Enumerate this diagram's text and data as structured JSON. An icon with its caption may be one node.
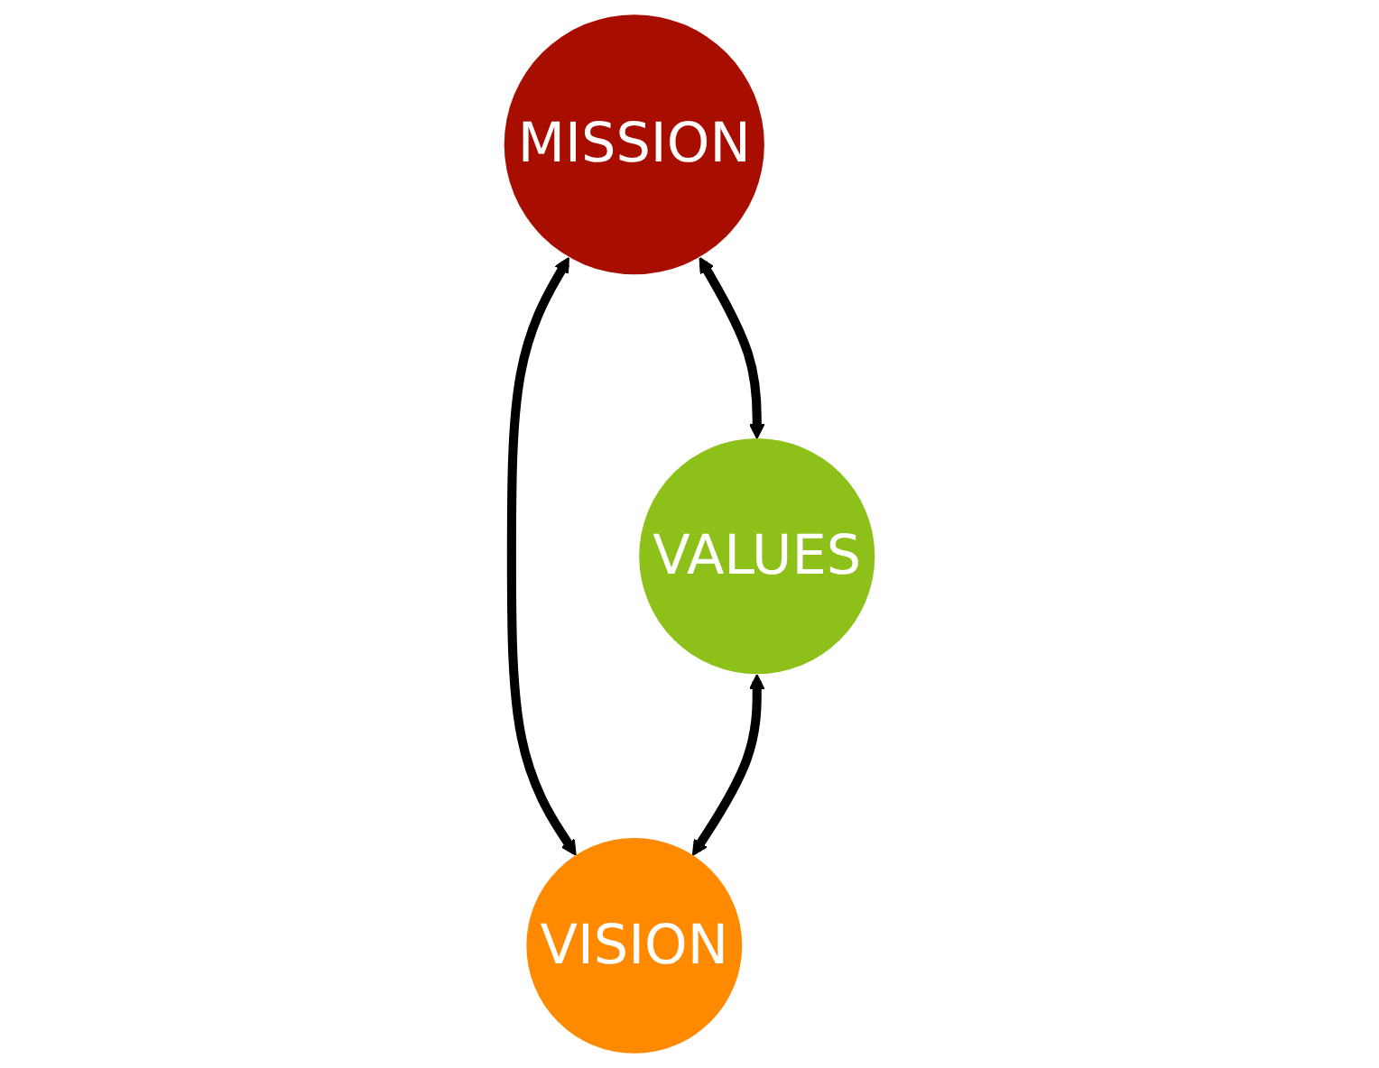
{
  "diagram": {
    "nodes": [
      {
        "text": [
          "MISSION"
        ]
      },
      {
        "text": [
          "VALUES"
        ]
      },
      {
        "text": [
          "VISION"
        ]
      }
    ],
    "edges": [
      {
        "from": 0,
        "to": 1,
        "arrow": "both"
      },
      {
        "from": 0,
        "to": 2,
        "arrow": "both"
      },
      {
        "from": 1,
        "to": 2,
        "arrow": "both"
      }
    ]
  }
}
